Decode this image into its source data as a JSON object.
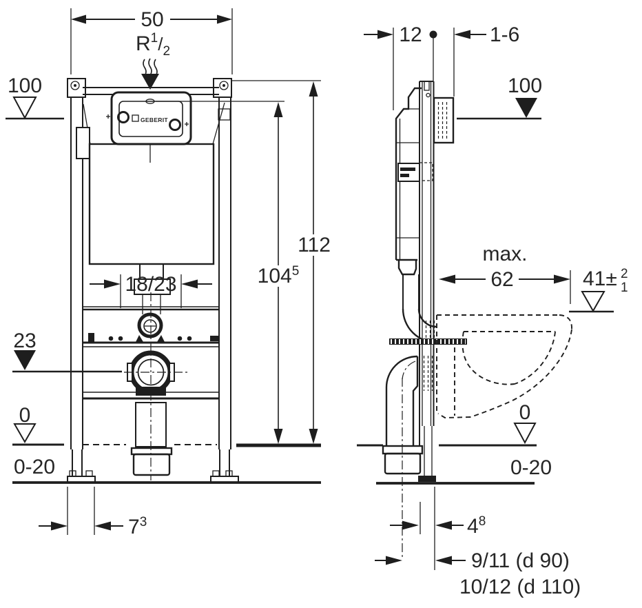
{
  "colors": {
    "line": "#1e1e1e",
    "text": "#262626",
    "background": "#ffffff"
  },
  "front_view": {
    "width": "50",
    "supply_thread": {
      "prefix": "R",
      "sup": "1",
      "slash": "/",
      "sub": "2"
    },
    "level_top": "100",
    "total_height": "112",
    "actuator_height": {
      "main": "104",
      "sup": "5"
    },
    "bolt_spacing": "18/23",
    "outlet_level": "23",
    "floor_level": "0",
    "floor_adjust": "0-20",
    "foot_offset": {
      "main": "7",
      "sup": "3"
    },
    "logo": "GEBERIT"
  },
  "side_view": {
    "frame_depth": "12",
    "wall_distance": "1-6",
    "level_top": "100",
    "max_label": "max.",
    "max_depth": "62",
    "pan_height": {
      "main": "41",
      "pm": "±",
      "tol_plus": "2",
      "tol_minus": "1"
    },
    "floor_level": "0",
    "floor_adjust": "0-20",
    "outlet_offset": {
      "main": "4",
      "sup": "8"
    },
    "outlet_dim_d90": "9/11 (d 90)",
    "outlet_dim_d110": "10/12 (d 110)"
  }
}
